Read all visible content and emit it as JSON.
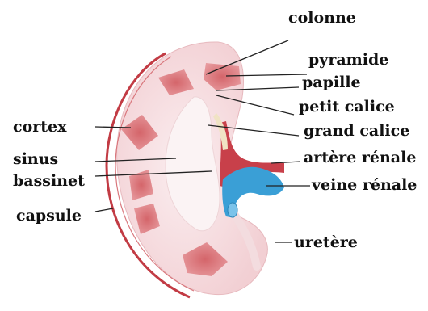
{
  "diagram": {
    "subject": "kidney cross-section",
    "colors": {
      "cortex": "#f4d6d8",
      "pyramid": "#c9565b",
      "capsule": "#c23b44",
      "artery": "#c8404a",
      "vein": "#3a9fd6",
      "sinus": "#fbf2f3"
    },
    "labels": {
      "colonne": "colonne",
      "pyramide": "pyramide",
      "papille": "papille",
      "petit_calice": "petit calice",
      "grand_calice": "grand calice",
      "artere_renale": "artère rénale",
      "veine_renale": "veine rénale",
      "uretere": "uretère",
      "cortex": "cortex",
      "sinus": "sinus",
      "bassinet": "bassinet",
      "capsule": "capsule"
    }
  }
}
